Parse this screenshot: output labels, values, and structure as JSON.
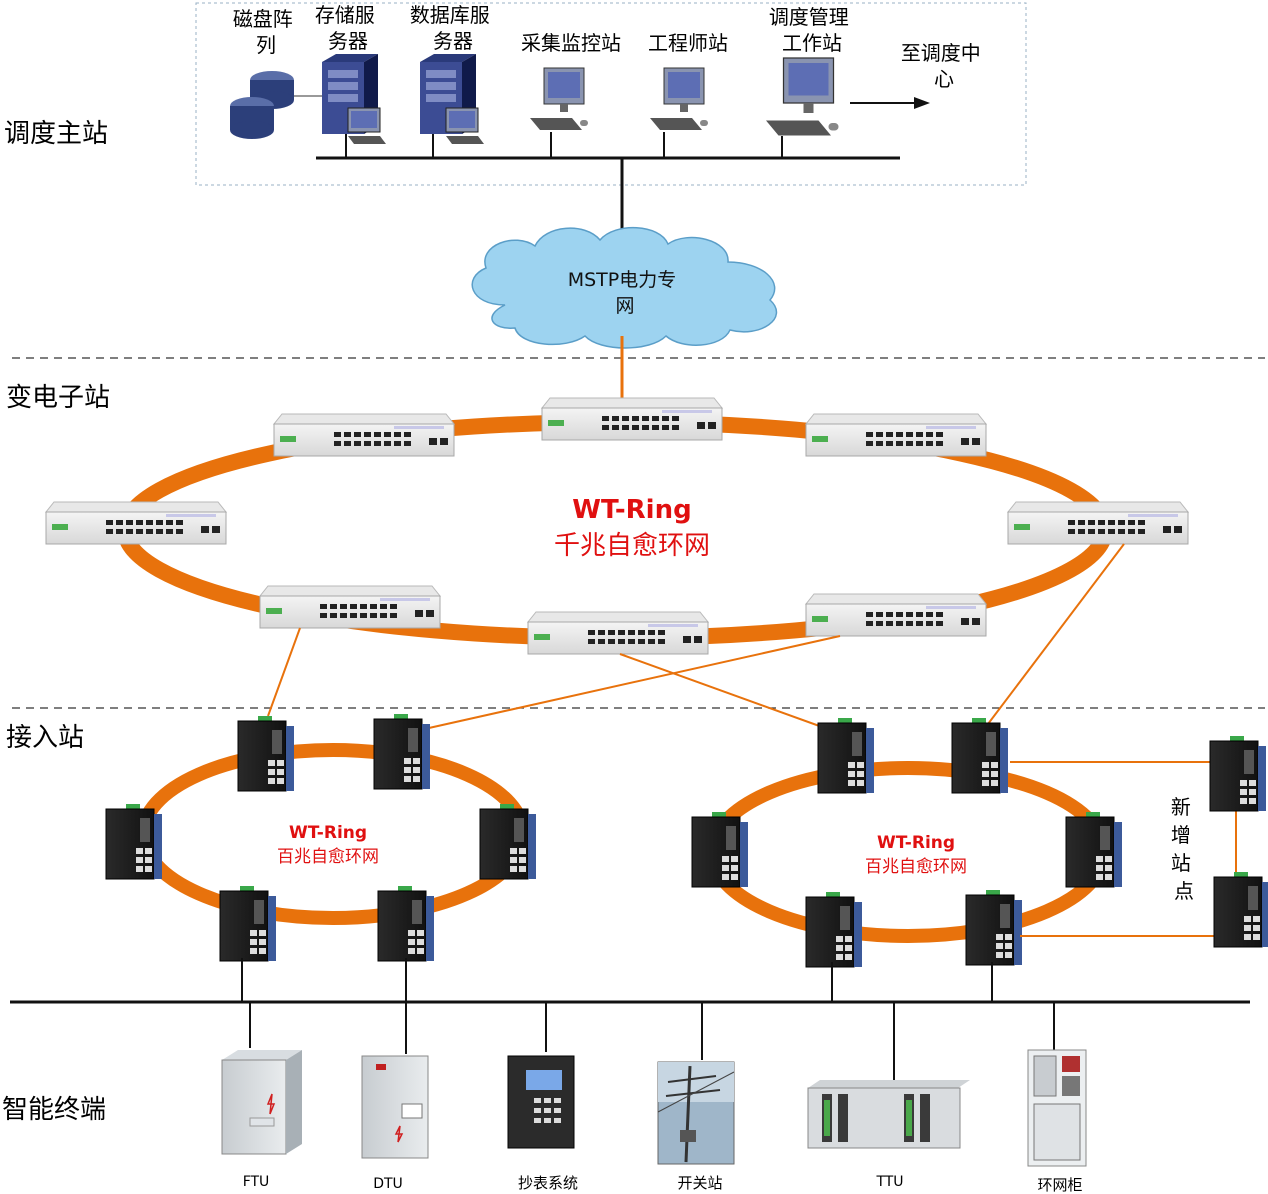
{
  "layers": {
    "master": "调度主站",
    "substation": "变电子站",
    "access": "接入站",
    "terminal": "智能终端"
  },
  "master_devices": {
    "disk_array": [
      "磁盘阵",
      "列"
    ],
    "storage_server": [
      "存储服",
      "务器"
    ],
    "db_server": [
      "数据库服",
      "务器"
    ],
    "monitor_station": [
      "采集监控站"
    ],
    "engineer_station": [
      "工程师站"
    ],
    "dispatch_station": [
      "调度管理",
      "工作站"
    ],
    "to_center": [
      "至调度中",
      "心"
    ]
  },
  "cloud": [
    "MSTP电力专",
    "网"
  ],
  "gigabit_ring": {
    "brand": "WT-Ring",
    "name": "千兆自愈环网"
  },
  "fast_ring_left": {
    "brand": "WT-Ring",
    "name": "百兆自愈环网"
  },
  "fast_ring_right": {
    "brand": "WT-Ring",
    "name": "百兆自愈环网"
  },
  "new_site": [
    "新",
    "增",
    "站",
    "点"
  ],
  "terminals": {
    "ftu": "FTU",
    "dtu": "DTU",
    "meter": "抄表系统",
    "switch_station": "开关站",
    "ttu": "TTU",
    "ring_cabinet": "环网柜"
  },
  "colors": {
    "ring_orange": "#E8720C",
    "ring_text": "#E01010",
    "bus_black": "#111111",
    "cloud_blue": "#9DD3F0"
  }
}
